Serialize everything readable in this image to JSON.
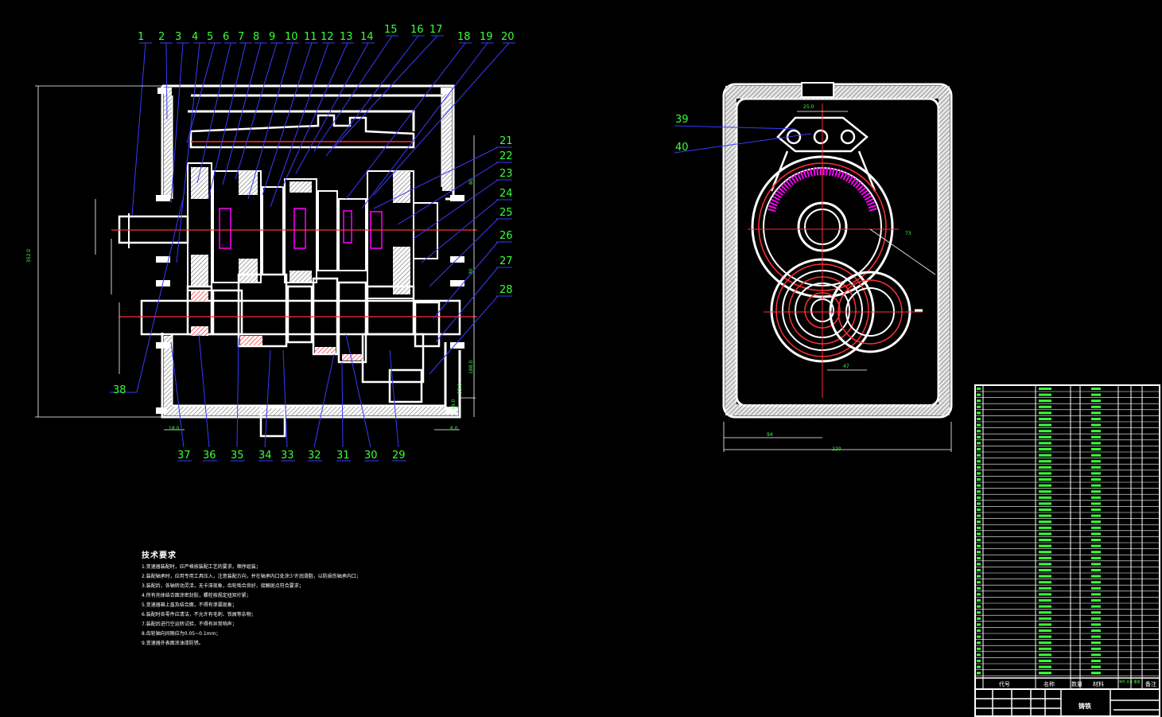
{
  "main_view": {
    "top_callouts": [
      "1",
      "2",
      "3",
      "4",
      "5",
      "6",
      "7",
      "8",
      "9",
      "10",
      "11",
      "12",
      "13",
      "14",
      "15",
      "16",
      "17",
      "18",
      "19",
      "20"
    ],
    "right_callouts": [
      "21",
      "22",
      "23",
      "24",
      "25",
      "26",
      "27",
      "28"
    ],
    "bottom_callouts": [
      "37",
      "36",
      "35",
      "34",
      "33",
      "32",
      "31",
      "30",
      "29"
    ],
    "left_callout": "38",
    "dims": {
      "overall_height": "352.0",
      "bottom_left": "18.0",
      "bottom_right_1": "19.0",
      "bottom_right_2": "6.0",
      "right_1": "188.0",
      "right_2": "55.0",
      "right_3": "30",
      "right_4": "80"
    }
  },
  "side_view": {
    "callouts": [
      "39",
      "40"
    ],
    "dims": {
      "top": "25.0",
      "bottom_left": "94",
      "bottom_total": "220",
      "diag": "73",
      "small": "47"
    }
  },
  "tech_requirements": {
    "title": "技术要求",
    "lines": [
      "1.变速器装配时，应严格按装配工艺的要求，顺序组装；",
      "2.装配轴承时，应用专用工具压入，注意装配方向，并在轴承内口处涂少许润滑脂，以防损伤轴承内口；",
      "3.装配后，各轴转动灵活，无卡滞现象，齿轮啮合良好，接触斑点符合要求；",
      "4.所有壳体结合面涂密封胶，螺栓按规定扭矩拧紧；",
      "5.变速器箱上盖及结合面，不得有渗漏现象；",
      "6.装配时各零件应清洁，不允许有毛刺、铁屑等杂物；",
      "7.装配后进行空运转试验，不得有异常响声；",
      "8.齿轮轴向间隙应为0.05~0.1mm；",
      "9.变速器外表面涂油漆防锈。"
    ]
  },
  "title_block": {
    "header": [
      "代号",
      "名称",
      "数量",
      "材料",
      "单件 总计 重量",
      "备注"
    ],
    "title": "铸铁"
  }
}
